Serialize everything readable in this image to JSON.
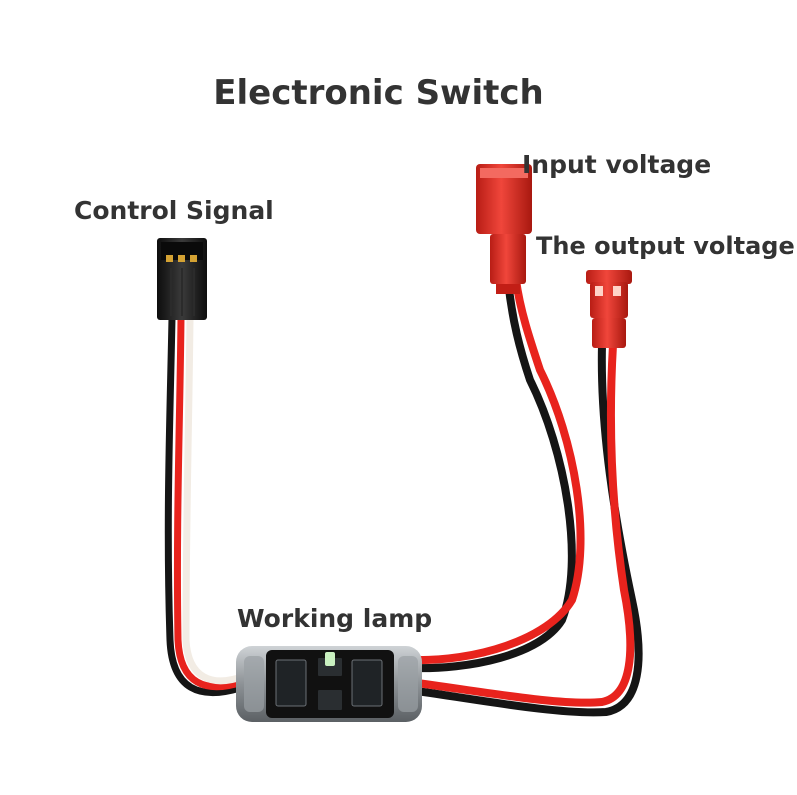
{
  "title": "Electronic Switch",
  "labels": {
    "control_signal": "Control Signal",
    "input_voltage": "Input voltage",
    "output_voltage": "The output voltage",
    "working_lamp": "Working lamp"
  },
  "colors": {
    "wire_red": "#e8231d",
    "wire_black": "#151515",
    "wire_white": "#f2ece4",
    "connector_red": "#d9261c",
    "connector_black": "#1b1b1b",
    "pcb_black": "#111111",
    "text": "#333333"
  }
}
